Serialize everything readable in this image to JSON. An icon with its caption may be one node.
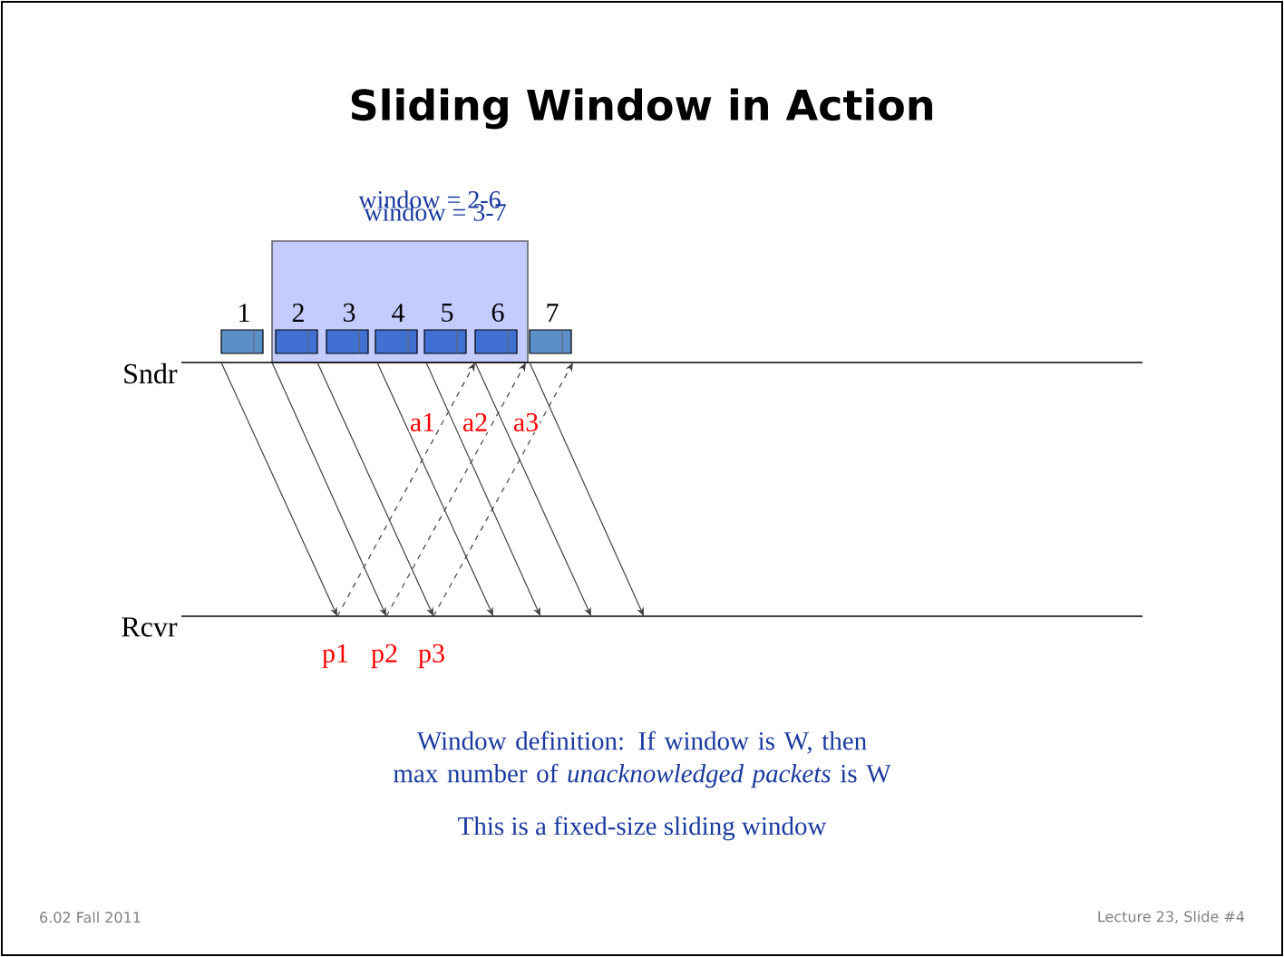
{
  "diagram": {
    "title": "Sliding Window in Action",
    "nodes": [
      {
        "text": [
          "window = 2-6",
          "window = 3-7"
        ]
      },
      {
        "text": [
          "1"
        ]
      },
      {
        "text": [
          "2"
        ],
        "in": 0
      },
      {
        "text": [
          "3"
        ],
        "in": 0
      },
      {
        "text": [
          "4"
        ],
        "in": 0
      },
      {
        "text": [
          "5"
        ],
        "in": 0
      },
      {
        "text": [
          "6"
        ],
        "in": 0
      },
      {
        "text": [
          "7"
        ]
      },
      {
        "text": [
          "Sndr"
        ]
      },
      {
        "text": [
          "Rcvr"
        ]
      }
    ],
    "edges": [
      {
        "from": 8,
        "to": 9,
        "arrow": "to"
      },
      {
        "from": 8,
        "to": 9,
        "arrow": "to"
      },
      {
        "from": 8,
        "to": 9,
        "arrow": "to"
      },
      {
        "from": 8,
        "to": 9,
        "arrow": "to"
      },
      {
        "from": 8,
        "to": 9,
        "arrow": "to"
      },
      {
        "from": 8,
        "to": 9,
        "arrow": "to"
      },
      {
        "from": 8,
        "to": 9,
        "arrow": "to"
      },
      {
        "from": 9,
        "to": 8,
        "arrow": "to",
        "style": "dashed",
        "label": "a1"
      },
      {
        "from": 9,
        "to": 8,
        "arrow": "to",
        "style": "dashed",
        "label": "a2"
      },
      {
        "from": 9,
        "to": 8,
        "arrow": "to",
        "style": "dashed",
        "label": "a3"
      }
    ],
    "labels": [
      "p1",
      "p2",
      "p3",
      "Window definition: If window is W, then max number of *unacknowledged packets* is W",
      "This is a fixed-size sliding window",
      "6.02 Fall 2011",
      "Lecture 23, Slide #4"
    ]
  }
}
